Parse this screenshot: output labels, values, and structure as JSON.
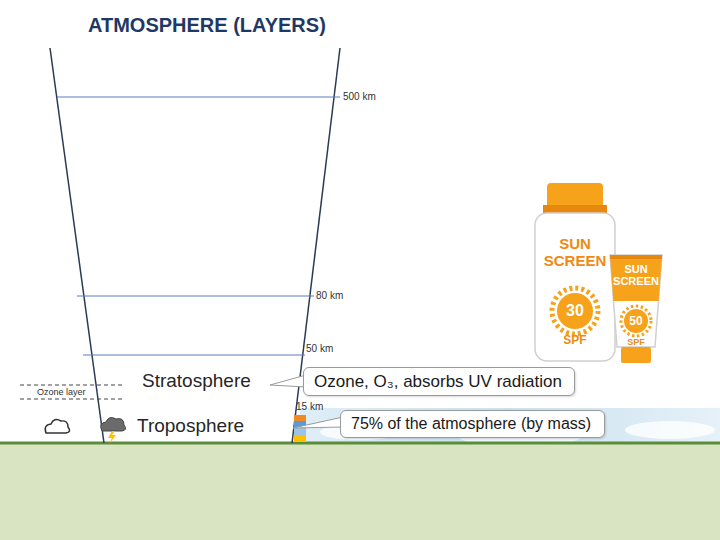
{
  "diagram": {
    "title": "ATMOSPHERE (LAYERS)",
    "nodes": [
      {
        "text": [
          "SUN SCREEN",
          "30",
          "SPF"
        ]
      },
      {
        "text": [
          "SUN SCREEN",
          "50",
          "SPF"
        ]
      },
      {
        "text": [
          "Ozone, O₃, absorbs UV radiation"
        ]
      },
      {
        "text": [
          "75% of the atmosphere (by mass)"
        ]
      }
    ],
    "labels": [
      "500 km",
      "80 km",
      "50 km",
      "15 km",
      "Ozone layer",
      "Stratosphere",
      "Troposphere"
    ]
  }
}
